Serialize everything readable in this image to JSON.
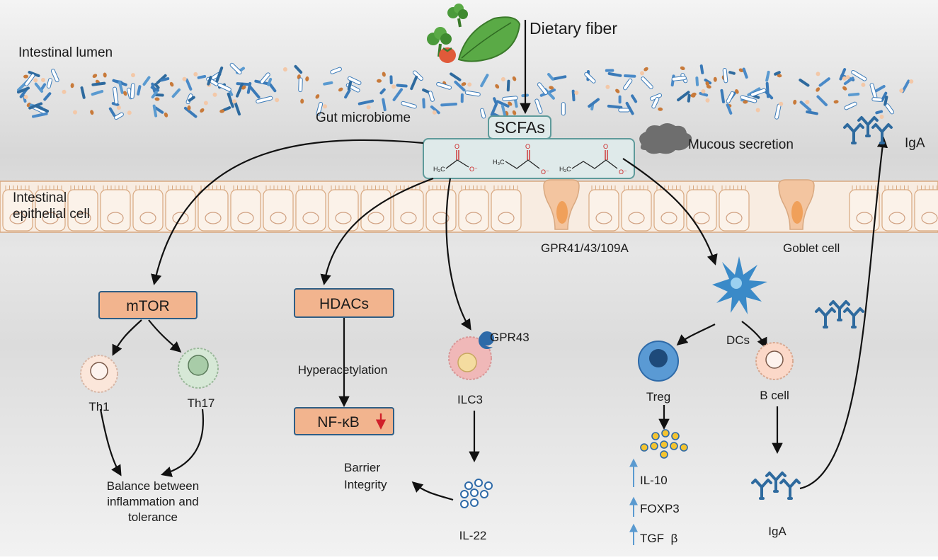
{
  "labels": {
    "dietary_fiber": "Dietary fiber",
    "intestinal_lumen": "Intestinal lumen",
    "gut_microbiome": "Gut microbiome",
    "scfas": "SCFAs",
    "mucous_secretion": "Mucous secretion",
    "iga_top": "IgA",
    "epithelial_line1": "Intestinal",
    "epithelial_line2": "epithelial cell",
    "gpr_receptors": "GPR41/43/109A",
    "goblet_cell": "Goblet cell",
    "mtor": "mTOR",
    "hdacs": "HDACs",
    "gpr43": "GPR43",
    "dcs": "DCs",
    "th1": "Th1",
    "th17": "Th17",
    "hyperacetylation": "Hyperacetylation",
    "nfkb": "NF-κB",
    "ilc3": "ILC3",
    "treg": "Treg",
    "b_cell": "B cell",
    "balance_line1": "Balance between",
    "balance_line2": "inflammation and",
    "balance_line3": "tolerance",
    "barrier_line1": "Barrier",
    "barrier_line2": "Integrity",
    "il22": "IL-22",
    "il10": "IL-10",
    "foxp3": "FOXP3",
    "tgfb": "TGF  β",
    "iga_bottom": "IgA"
  },
  "chemistry": {
    "acetate_methyl": "H₃C",
    "propionate_methyl": "H₃C",
    "butyrate_methyl": "H₃C",
    "carbonyl_o": "O",
    "carboxylate_o": "O⁻"
  },
  "colors": {
    "box_fill": "#f2b48e",
    "box_stroke": "#2e5e86",
    "scfa_fill": "#dfeaea",
    "scfa_stroke": "#5e9a9a",
    "epithelium_fill": "#f8ece1",
    "epithelium_stroke": "#d8a880",
    "goblet": "#f0a05a",
    "antibody": "#2e6a9e",
    "mucus": "#6e6e6e",
    "dc": "#3a8ac8",
    "treg": "#3a7ab8",
    "up_arrow": "#5a9ad0",
    "down_arrow": "#d0202a"
  }
}
